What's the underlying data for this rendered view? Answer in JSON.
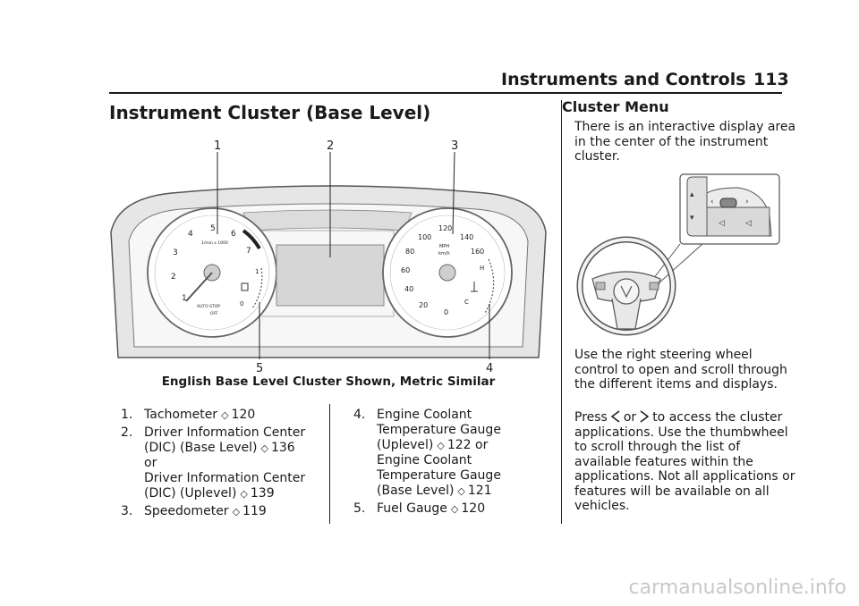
{
  "header": {
    "title": "Instruments and Controls",
    "page": "113"
  },
  "section_title": "Instrument Cluster (Base Level)",
  "figure": {
    "caption": "English Base Level Cluster Shown, Metric Similar",
    "callouts": [
      "1",
      "2",
      "3",
      "4",
      "5"
    ],
    "tach_numbers": [
      "1",
      "2",
      "3",
      "4",
      "5",
      "6",
      "7"
    ],
    "tach_unit": "1/min x 1000",
    "auto_stop": "AUTO STOP",
    "off": "OFF",
    "speedo_numbers": [
      "0",
      "20",
      "40",
      "60",
      "80",
      "100",
      "120",
      "140",
      "160"
    ],
    "speedo_unit_1": "MPH",
    "speedo_unit_2": "km/h",
    "fuel_full": "1",
    "fuel_empty": "0",
    "temp_hot": "H",
    "temp_cold": "C"
  },
  "list": [
    {
      "num": "1.",
      "lines": [
        {
          "text": "Tachometer",
          "ref": "120"
        }
      ]
    },
    {
      "num": "2.",
      "lines": [
        {
          "text": "Driver Information Center"
        },
        {
          "text": "(DIC) (Base Level)",
          "ref": "136"
        },
        {
          "text": "or"
        },
        {
          "text": "Driver Information Center"
        },
        {
          "text": "(DIC) (Uplevel)",
          "ref": "139"
        }
      ]
    },
    {
      "num": "3.",
      "lines": [
        {
          "text": "Speedometer",
          "ref": "119"
        }
      ]
    },
    {
      "num": "4.",
      "lines": [
        {
          "text": "Engine Coolant"
        },
        {
          "text": "Temperature Gauge"
        },
        {
          "text": "(Uplevel)",
          "ref": "122",
          "after": "or"
        },
        {
          "text": "Engine Coolant"
        },
        {
          "text": "Temperature Gauge"
        },
        {
          "text": "(Base Level)",
          "ref": "121"
        }
      ]
    },
    {
      "num": "5.",
      "lines": [
        {
          "text": "Fuel Gauge",
          "ref": "120"
        }
      ]
    }
  ],
  "ref_symbol": "◇",
  "right": {
    "title": "Cluster Menu",
    "para1": "There is an interactive display area in the center of the instrument cluster.",
    "para2": "Use the right steering wheel control to open and scroll through the different items and displays.",
    "para3_before": "Press",
    "para3_or": "or",
    "para3_after": "to access the cluster applications. Use the thumbwheel to scroll through the list of available features within the applications. Not all applications or features will be available on all vehicles."
  },
  "watermark": "carmanualsonline.info"
}
